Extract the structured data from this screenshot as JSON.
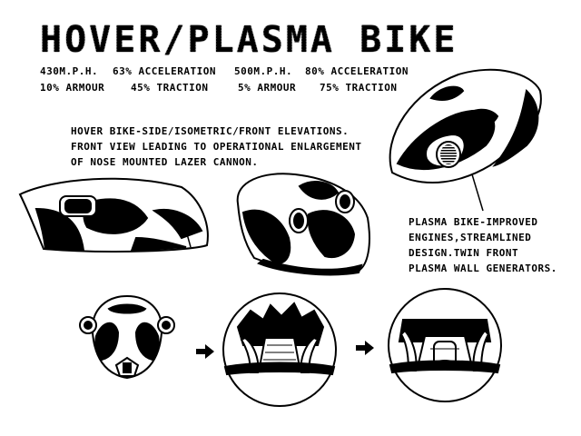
{
  "title": "HOVER/PLASMA BIKE",
  "stats": {
    "hover": {
      "speed": "430M.P.H.",
      "acceleration": "63% ACCELERATION",
      "armour": "10% ARMOUR",
      "traction": "45% TRACTION"
    },
    "plasma": {
      "speed": "500M.P.H.",
      "acceleration": "80% ACCELERATION",
      "armour": "5% ARMOUR",
      "traction": "75% TRACTION"
    }
  },
  "hover_note": [
    "HOVER BIKE-SIDE/ISOMETRIC/FRONT ELEVATIONS.",
    "FRONT VIEW LEADING TO OPERATIONAL ENLARGEMENT",
    "OF NOSE MOUNTED LAZER CANNON."
  ],
  "plasma_note": [
    "PLASMA BIKE-IMPROVED",
    "ENGINES,STREAMLINED",
    "DESIGN.TWIN FRONT",
    "PLASMA WALL GENERATORS."
  ],
  "colors": {
    "ink": "#000000",
    "paper": "#ffffff"
  },
  "icons": [
    "arrow-right-icon"
  ]
}
